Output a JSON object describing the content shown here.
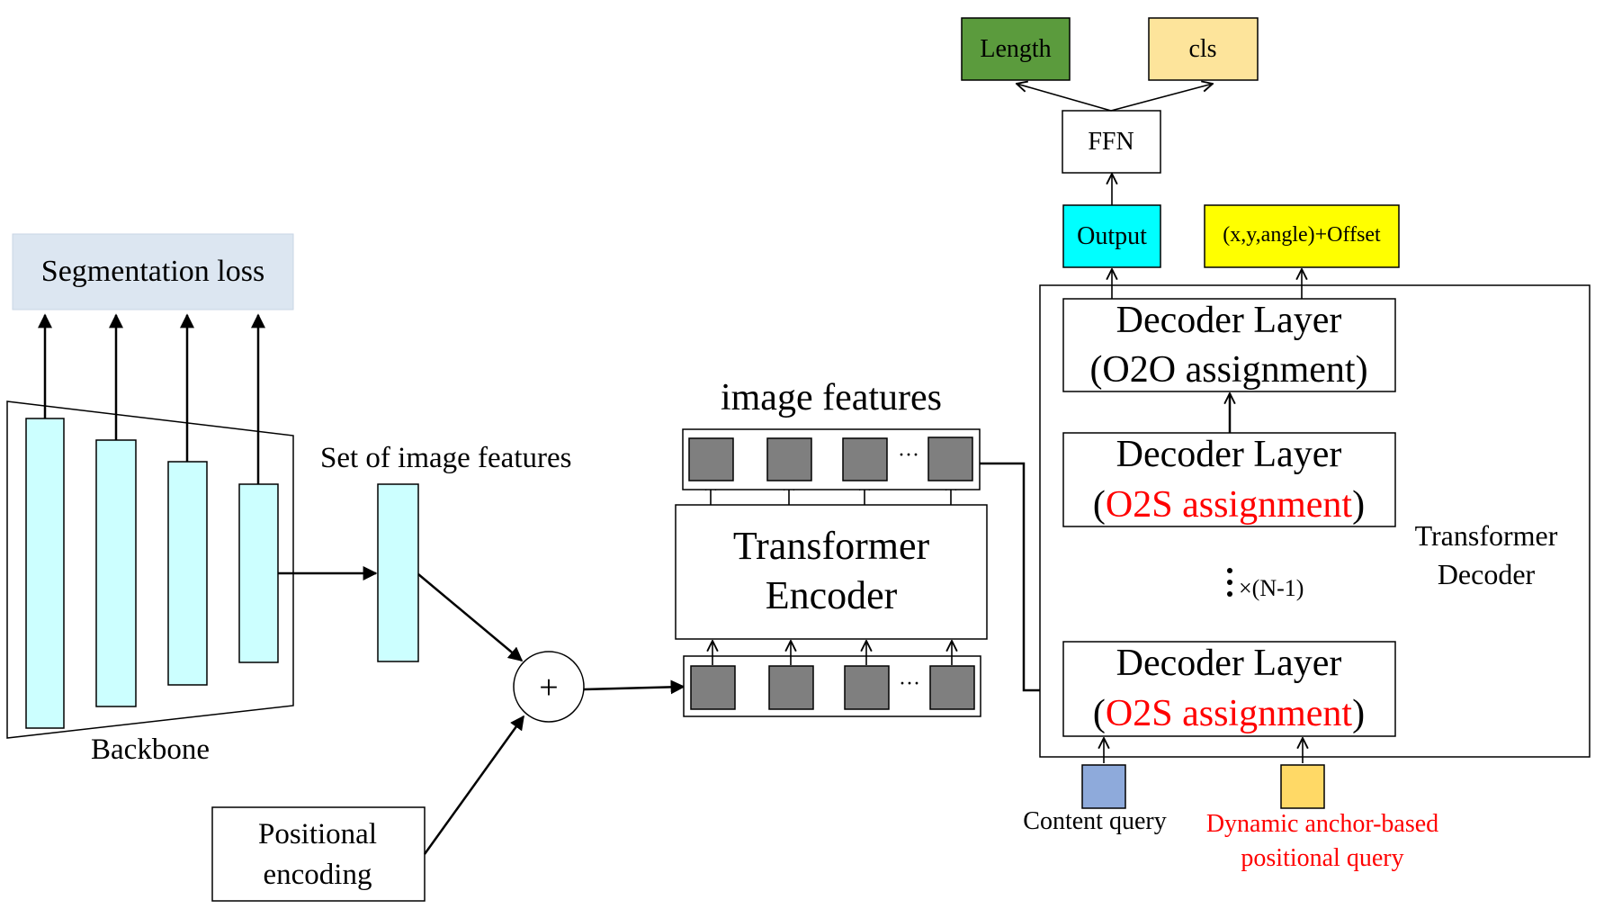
{
  "colors": {
    "segmentation_loss_fill": "#dce6f1",
    "feature_bar_fill": "#ccffff",
    "token_fill": "#7f7f7f",
    "length_fill": "#5b9b3d",
    "cls_fill": "#fde49b",
    "output_fill": "#00ffff",
    "offset_fill": "#ffff00",
    "content_query_fill": "#8eaadb",
    "anchor_query_fill": "#ffd966",
    "highlight_text": "#ff0000"
  },
  "labels": {
    "segmentation_loss": "Segmentation loss",
    "backbone": "Backbone",
    "set_of_image_features": "Set of image features",
    "plus": "+",
    "positional_encoding_line1": "Positional",
    "positional_encoding_line2": "encoding",
    "image_features": "image features",
    "ellipsis": "···",
    "transformer_encoder_line1": "Transformer",
    "transformer_encoder_line2": "Encoder",
    "length": "Length",
    "cls": "cls",
    "ffn": "FFN",
    "output": "Output",
    "offset": "(x,y,angle)+Offset",
    "decoder_layer": "Decoder Layer",
    "o2o_assignment": "(O2O assignment)",
    "paren_open": "(",
    "paren_close": ")",
    "o2s_assignment": "O2S assignment",
    "repeat": "×(N-1)",
    "transformer_decoder_line1": "Transformer",
    "transformer_decoder_line2": "Decoder",
    "content_query": "Content query",
    "dynamic_query_line1": "Dynamic anchor-based",
    "dynamic_query_line2": "positional query"
  }
}
